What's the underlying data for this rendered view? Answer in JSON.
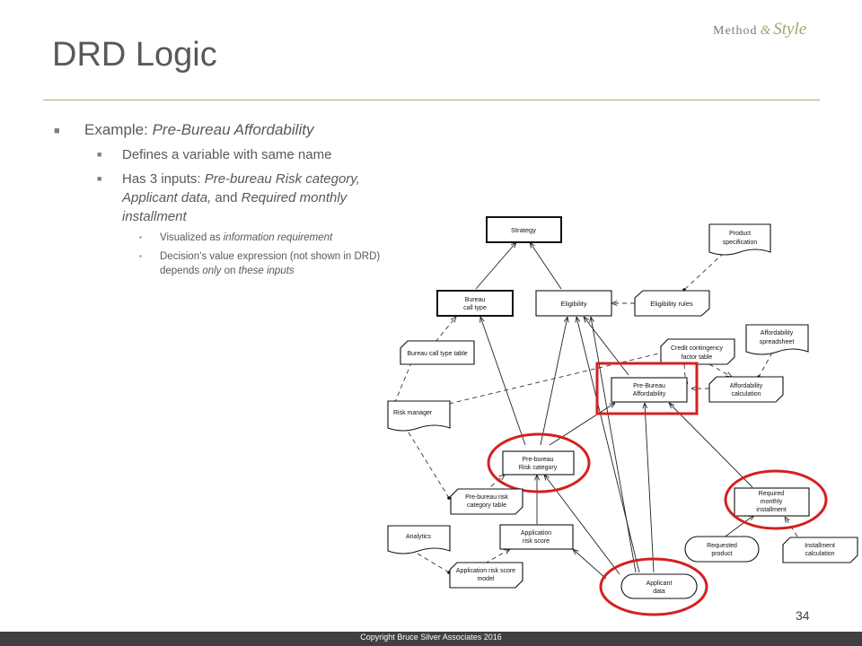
{
  "logo": {
    "method": "Method",
    "amp": "&",
    "style": "Style"
  },
  "title": "DRD Logic",
  "bullets": {
    "b1": {
      "prefix": "Example: ",
      "emph": "Pre-Bureau Affordability"
    },
    "b2": {
      "text": "Defines a variable with same name"
    },
    "b3": {
      "prefix": "Has 3 inputs: ",
      "emph1": "Pre-bureau Risk category, Applicant data,",
      "mid": " and ",
      "emph2": "Required monthly installment"
    },
    "b4": {
      "prefix": "Visualized as ",
      "emph": "information requirement"
    },
    "b5": {
      "text1": "Decision’s value expression (not shown in DRD) depends ",
      "emph1": "only",
      "text2": " on ",
      "emph2": "these inputs"
    }
  },
  "diagram": {
    "strategy": "Strategy",
    "product_spec": [
      "Product",
      "specification"
    ],
    "bureau_call_type": [
      "Bureau",
      "call type"
    ],
    "eligibility": "Eligibility",
    "eligibility_rules": "Eligibility rules",
    "bureau_call_type_table": "Bureau call type table",
    "credit_contingency": [
      "Credit contingency",
      "factor table"
    ],
    "affordability_spreadsheet": [
      "Affordability",
      "spreadsheet"
    ],
    "pre_bureau_affordability": [
      "Pre-Bureau",
      "Affordability"
    ],
    "affordability_calculation": [
      "Affordability",
      "calculation"
    ],
    "risk_manager": "Risk manager",
    "pre_bureau_risk_category": [
      "Pre-bureau",
      "Risk category"
    ],
    "pre_bureau_risk_table": [
      "Pre-bureau risk",
      "category table"
    ],
    "required_monthly_installment": [
      "Required",
      "monthly",
      "installment"
    ],
    "analytics": "Analytics",
    "application_risk_score": [
      "Application",
      "risk score"
    ],
    "requested_product": [
      "Requested",
      "product"
    ],
    "installment_calculation": [
      "Installment",
      "calculation"
    ],
    "application_risk_score_model": [
      "Application risk score",
      "model"
    ],
    "applicant_data": [
      "Applicant",
      "data"
    ]
  },
  "colors": {
    "highlight": "#d42020",
    "accent_line": "#a3b27a",
    "footer_bg": "#404040"
  },
  "page_number": "34",
  "footer": "Copyright Bruce Silver Associates 2016"
}
